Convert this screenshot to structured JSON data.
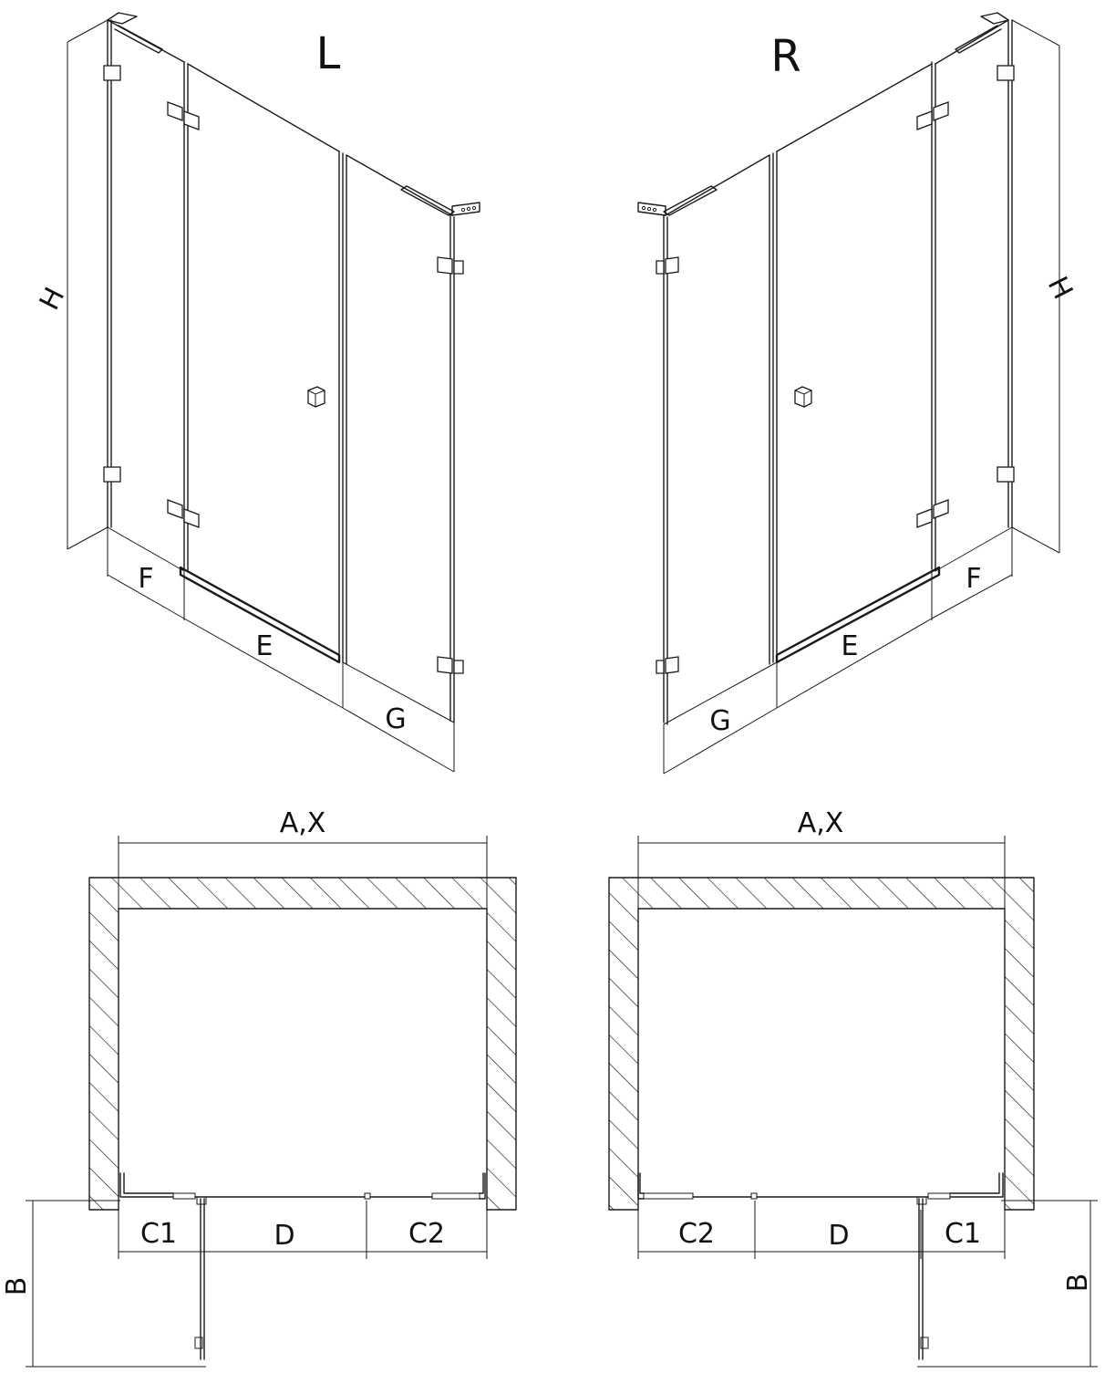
{
  "views": {
    "left_label": "L",
    "right_label": "R"
  },
  "dimensions": {
    "height": "H",
    "f": "F",
    "e": "E",
    "g": "G",
    "ax": "A,X",
    "c1": "C1",
    "c2": "C2",
    "d": "D",
    "b": "B"
  }
}
